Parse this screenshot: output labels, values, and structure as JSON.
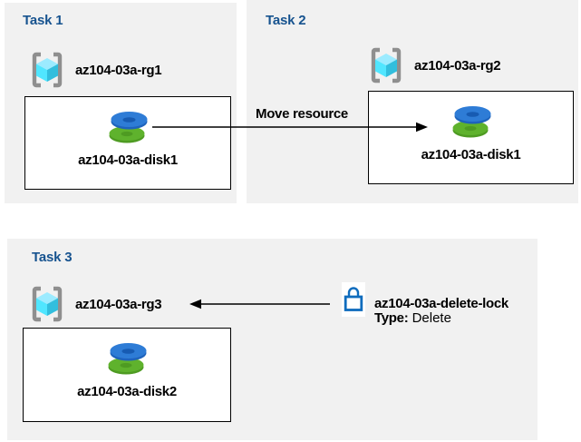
{
  "tasks": [
    {
      "title": "Task 1",
      "resource_group": "az104-03a-rg1",
      "resource": "az104-03a-disk1"
    },
    {
      "title": "Task 2",
      "resource_group": "az104-03a-rg2",
      "resource": "az104-03a-disk1"
    },
    {
      "title": "Task 3",
      "resource_group": "az104-03a-rg3",
      "resource": "az104-03a-disk2"
    }
  ],
  "move_arrow_label": "Move resource",
  "lock": {
    "name": "az104-03a-delete-lock",
    "type_label": "Type:",
    "type_value": "Delete"
  },
  "icons": {
    "resource_group": "resource-group-icon",
    "disk": "disk-icon",
    "lock": "lock-icon"
  },
  "colors": {
    "panel_bg": "#F1F1F1",
    "title_blue": "#17538F",
    "box_border": "#000000",
    "arrow_black": "#000000",
    "lock_blue": "#0F6CBD",
    "disk_blue": "#2E7CD6",
    "disk_blue_dark": "#175BB2",
    "disk_green": "#5FB22D",
    "disk_green_dark": "#4E9B22",
    "rg_cube_top": "#9CEBFF",
    "rg_cube_left": "#50E6FF",
    "rg_cube_right": "#32BEDD",
    "rg_bracket_gray": "#8F8F8F"
  }
}
